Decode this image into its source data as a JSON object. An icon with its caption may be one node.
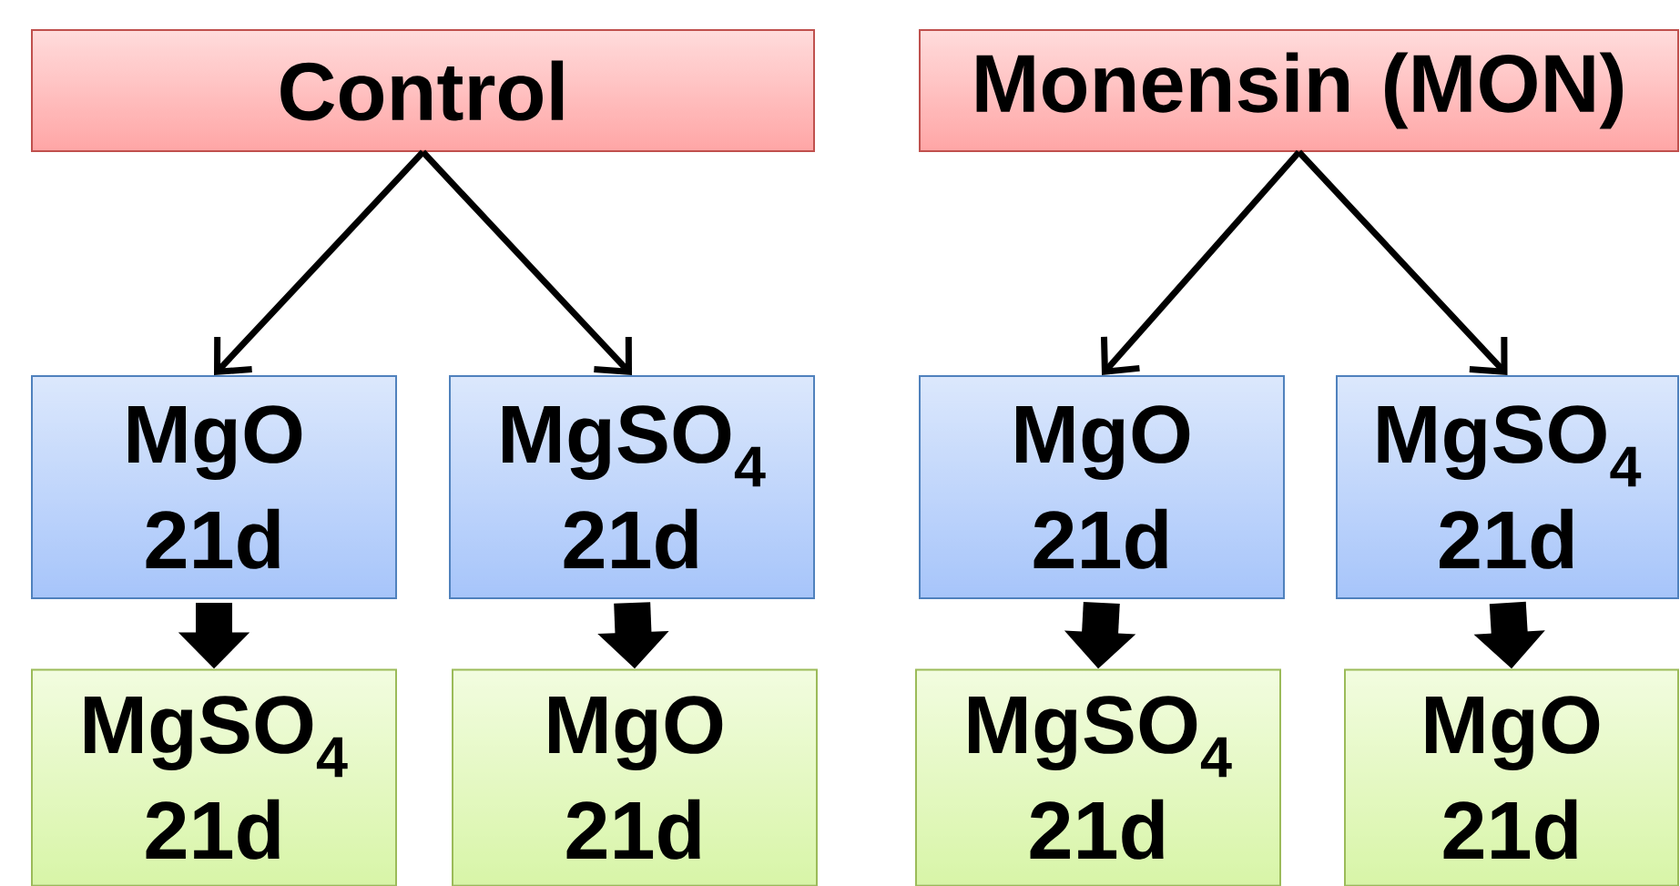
{
  "diagram": {
    "nodes": [
      {
        "text": [
          "Control"
        ]
      },
      {
        "text": [
          "Monensin (MON)"
        ]
      },
      {
        "text": [
          "MgO 21d"
        ]
      },
      {
        "text": [
          "MgSO$_{4}$ 21d"
        ]
      },
      {
        "text": [
          "MgO 21d"
        ]
      },
      {
        "text": [
          "MgSO$_{4}$ 21d"
        ]
      },
      {
        "text": [
          "MgSO$_{4}$ 21d"
        ]
      },
      {
        "text": [
          "MgO 21d"
        ]
      },
      {
        "text": [
          "MgSO$_{4}$ 21d"
        ]
      },
      {
        "text": [
          "MgO 21d"
        ]
      }
    ],
    "edges": [
      {
        "from": 0,
        "to": 2,
        "arrow": "to"
      },
      {
        "from": 0,
        "to": 3,
        "arrow": "to"
      },
      {
        "from": 1,
        "to": 4,
        "arrow": "to"
      },
      {
        "from": 1,
        "to": 5,
        "arrow": "to"
      },
      {
        "from": 2,
        "to": 6,
        "arrow": "to",
        "style": "thick"
      },
      {
        "from": 3,
        "to": 7,
        "arrow": "to",
        "style": "thick"
      },
      {
        "from": 4,
        "to": 8,
        "arrow": "to",
        "style": "thick"
      },
      {
        "from": 5,
        "to": 9,
        "arrow": "to",
        "style": "thick"
      }
    ]
  }
}
